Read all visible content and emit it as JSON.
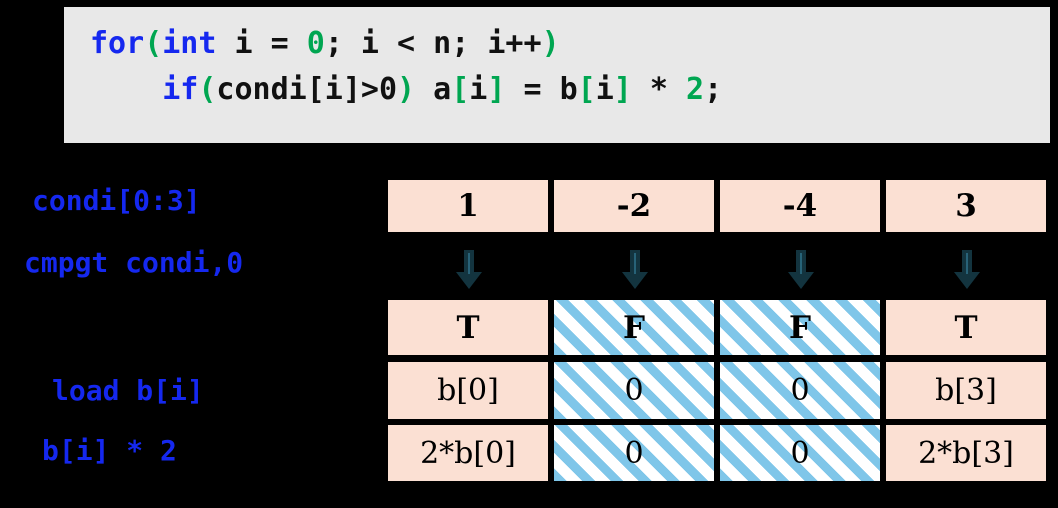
{
  "code": {
    "lines": [
      {
        "indent": 0,
        "tokens": [
          {
            "t": "for",
            "c": "kw"
          },
          {
            "t": "(",
            "c": "gr"
          },
          {
            "t": "int",
            "c": "kw"
          },
          {
            "t": " i = ",
            "c": "bk"
          },
          {
            "t": "0",
            "c": "gr"
          },
          {
            "t": "; i < n; i++",
            "c": "bk"
          },
          {
            "t": ")",
            "c": "gr"
          }
        ]
      },
      {
        "indent": 1,
        "tokens": [
          {
            "t": "if",
            "c": "kw"
          },
          {
            "t": "(",
            "c": "gr"
          },
          {
            "t": "condi",
            "c": "bk"
          },
          {
            "t": "[",
            "c": "bk"
          },
          {
            "t": "i",
            "c": "bk"
          },
          {
            "t": "]>0",
            "c": "bk"
          },
          {
            "t": ")",
            "c": "gr"
          },
          {
            "t": " a",
            "c": "bk"
          },
          {
            "t": "[",
            "c": "gr"
          },
          {
            "t": "i",
            "c": "bk"
          },
          {
            "t": "]",
            "c": "gr"
          },
          {
            "t": " = b",
            "c": "bk"
          },
          {
            "t": "[",
            "c": "gr"
          },
          {
            "t": "i",
            "c": "bk"
          },
          {
            "t": "]",
            "c": "gr"
          },
          {
            "t": " * ",
            "c": "bk"
          },
          {
            "t": "2",
            "c": "gr"
          },
          {
            "t": ";",
            "c": "bk"
          }
        ]
      }
    ]
  },
  "labels": {
    "condi": "condi[0:3]",
    "cmpgt": "cmpgt condi,0",
    "load": "load b[i]",
    "mul": "b[i] * 2"
  },
  "table": {
    "rows": [
      {
        "name": "condi-values",
        "bold": true,
        "cells": [
          {
            "text": "1",
            "masked": false
          },
          {
            "text": "-2",
            "masked": false
          },
          {
            "text": "-4",
            "masked": false
          },
          {
            "text": "3",
            "masked": false
          }
        ]
      },
      {
        "name": "mask-values",
        "bold": true,
        "cells": [
          {
            "text": "T",
            "masked": false
          },
          {
            "text": "F",
            "masked": true
          },
          {
            "text": "F",
            "masked": true
          },
          {
            "text": "T",
            "masked": false
          }
        ]
      },
      {
        "name": "load-values",
        "bold": false,
        "cells": [
          {
            "text": "b[0]",
            "masked": false
          },
          {
            "text": "0",
            "masked": true
          },
          {
            "text": "0",
            "masked": true
          },
          {
            "text": "b[3]",
            "masked": false
          }
        ]
      },
      {
        "name": "mul-values",
        "bold": false,
        "cells": [
          {
            "text": "2*b[0]",
            "masked": false
          },
          {
            "text": "0",
            "masked": true
          },
          {
            "text": "0",
            "masked": true
          },
          {
            "text": "2*b[3]",
            "masked": false
          }
        ]
      }
    ]
  },
  "arrows": {
    "count": 4,
    "icon": "down-arrow-icon"
  },
  "colors": {
    "background": "#000000",
    "code_background": "#e8e8e8",
    "keyword_blue": "#1528ef",
    "accent_green": "#00a651",
    "active_cell": "#fbe0d3",
    "hatch_blue": "#7fc6e9",
    "arrow_navy": "#13343f",
    "label_blue": "#1528ef"
  }
}
